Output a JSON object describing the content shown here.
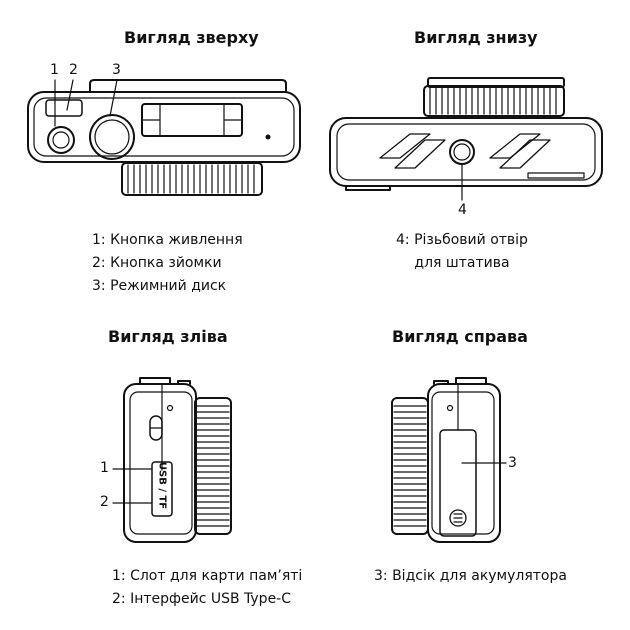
{
  "panels": {
    "top": {
      "title": "Вигляд зверху",
      "callouts": [
        "1",
        "2",
        "3"
      ],
      "legend": [
        "1: Кнопка живлення",
        "2: Кнопка зйомки",
        "3: Режимний диск"
      ]
    },
    "bottom": {
      "title": "Вигляд знизу",
      "callouts": [
        "4"
      ],
      "legend": [
        "4: Різьбовий отвір",
        "для штатива"
      ]
    },
    "left": {
      "title": "Вигляд зліва",
      "callouts": [
        "1",
        "2"
      ],
      "port_label": "USB / TF",
      "legend": [
        "1: Слот для карти пам’яті",
        "2: Інтерфейс USB Type-C"
      ]
    },
    "right": {
      "title": "Вигляд справа",
      "callouts": [
        "3"
      ],
      "legend": [
        "3: Відсік для акумулятора"
      ]
    }
  }
}
